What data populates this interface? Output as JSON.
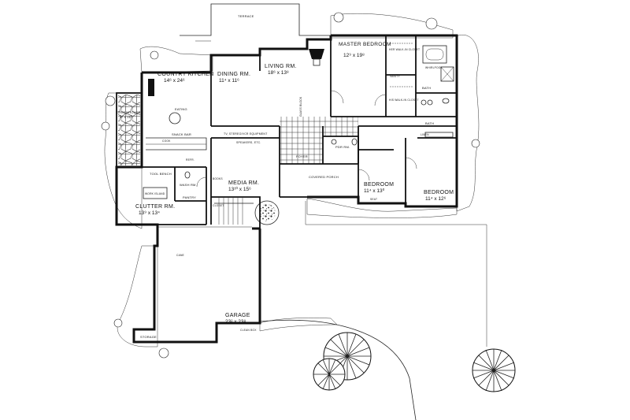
{
  "rooms": {
    "terrace": "TERRACE",
    "master": {
      "name": "MASTER BEDROOM",
      "dim": "12⁹ x 19⁸"
    },
    "kitchen": {
      "name": "COUNTRY KITCHEN",
      "dim": "14⁶ x 24⁶"
    },
    "dining": {
      "name": "DINING RM.",
      "dim": "11⁴ x 11⁶"
    },
    "living": {
      "name": "LIVING RM.",
      "dim": "18⁶ x 13⁸"
    },
    "eating": "EATING",
    "greenhouse": {
      "name": "GREENHOUSE",
      "dim": "5⁴ x 16⁶"
    },
    "media": {
      "name": "MEDIA RM.",
      "dim": "13¹⁰ x 15⁶"
    },
    "clutter": {
      "name": "CLUTTER RM.",
      "dim": "13⁹ x 13⁴"
    },
    "porch": "COVERED PORCH",
    "foyer": "FOYER",
    "pdr": "PDR RM.",
    "bedroom1": {
      "name": "BEDROOM",
      "dim": "11⁴ x 13⁰"
    },
    "bedroom2": {
      "name": "BEDROOM",
      "dim": "11⁴ x 12⁶"
    },
    "bath1": "BATH",
    "bath2": "BATH",
    "garage": {
      "name": "GARAGE",
      "dim": "23² x 23⁸"
    },
    "storage": "STORAGE"
  },
  "labels": {
    "her_closet": "HER WALK-IN CLOSET",
    "his_closet": "HIS WALK-IN CLOSET",
    "whirlpool": "WHIRLPOOL",
    "linen": "LINEN",
    "vanity": "VANITY",
    "snack_bar": "SNACK BAR",
    "tv_equipment": "TV, STEREO/VCR EQUIPMENT",
    "speakers": "SPEAKERS, ETC.",
    "tool_bench": "TOOL BENCH",
    "wash_rm": "WASH RM.",
    "work_island": "WORK ISLAND",
    "pantry": "PANTRY",
    "cook": "COOK",
    "refr": "REFR.",
    "books": "BOOKS",
    "closet": "CLOSET",
    "cane": "CANE",
    "seat": "SEAT",
    "clean_box": "CLEAN BOX",
    "glass_block": "GLASS BLOCK"
  },
  "colors": {
    "ink": "#111111",
    "paper": "#ffffff"
  }
}
